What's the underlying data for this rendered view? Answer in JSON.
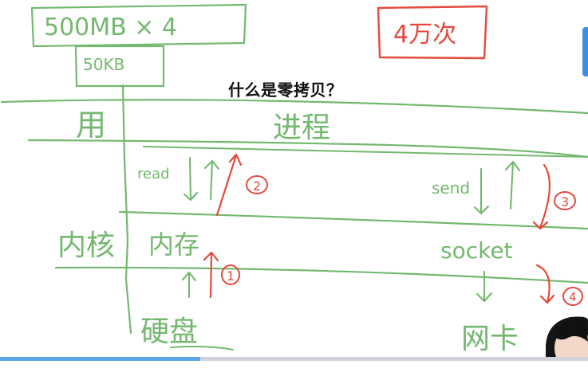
{
  "page_title": "什么是零拷贝？",
  "board": {
    "top_label_size": "500MB × 4",
    "top_label_chunk": "50KB",
    "count_box": "4万次",
    "user_space": "用",
    "process": "进程",
    "kernel": "内核",
    "read": "read",
    "send": "send",
    "memory": "内存",
    "socket": "socket",
    "disk": "硬盘",
    "nic": "网卡",
    "step1": "1",
    "step2": "2",
    "step3": "3",
    "step4": "4"
  },
  "player": {
    "progress_fraction": 0.34
  },
  "colors": {
    "chalk_green": "#74b86f",
    "chalk_red": "#e44a3e",
    "progress_blue": "#58a6e8"
  }
}
